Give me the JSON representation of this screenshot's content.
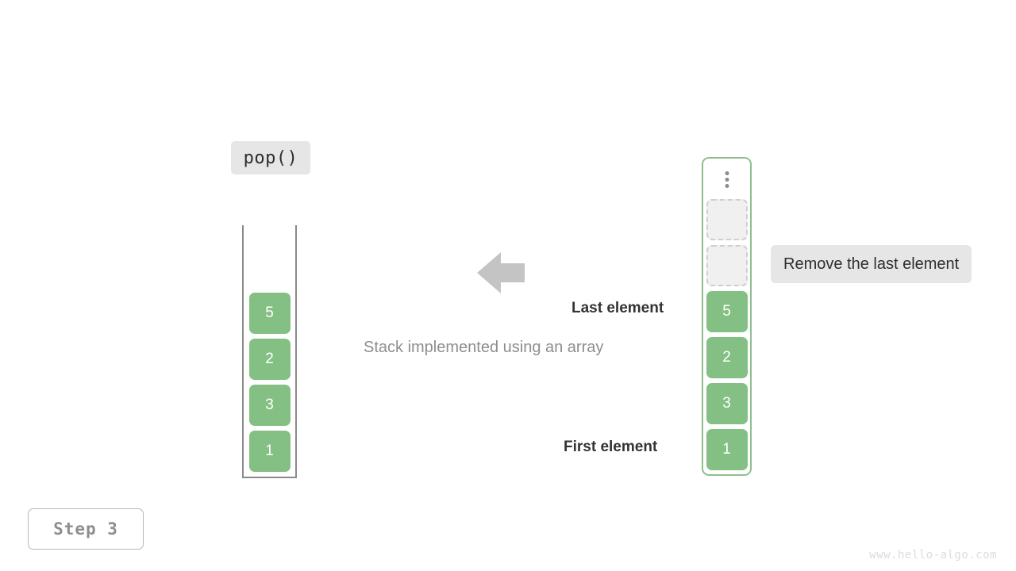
{
  "operation": {
    "label": "pop()"
  },
  "stack": {
    "title": "Stack implemented using an array",
    "items": [
      {
        "value": "1"
      },
      {
        "value": "3"
      },
      {
        "value": "2"
      },
      {
        "value": "5"
      }
    ]
  },
  "array": {
    "more_icon": "vertical-ellipsis-icon",
    "empty_slots": 2,
    "items": [
      {
        "value": "1"
      },
      {
        "value": "3"
      },
      {
        "value": "2"
      },
      {
        "value": "5"
      }
    ]
  },
  "annotations": {
    "last_element": "Last element",
    "first_element": "First element",
    "arrow": "arrow-left-icon"
  },
  "tooltip": {
    "text": "Remove the last element"
  },
  "step": {
    "label": "Step 3"
  },
  "watermark": {
    "text": "www.hello-algo.com"
  },
  "colors": {
    "element_fill": "#84c084",
    "array_border": "#8dc08d",
    "stack_border": "#8a8a8a",
    "empty_fill": "#f0f0f0",
    "empty_border": "#cfcfcf",
    "label_bg": "#e6e6e6",
    "caption_text": "#8e8e8e",
    "arrow_fill": "#c4c4c4"
  }
}
